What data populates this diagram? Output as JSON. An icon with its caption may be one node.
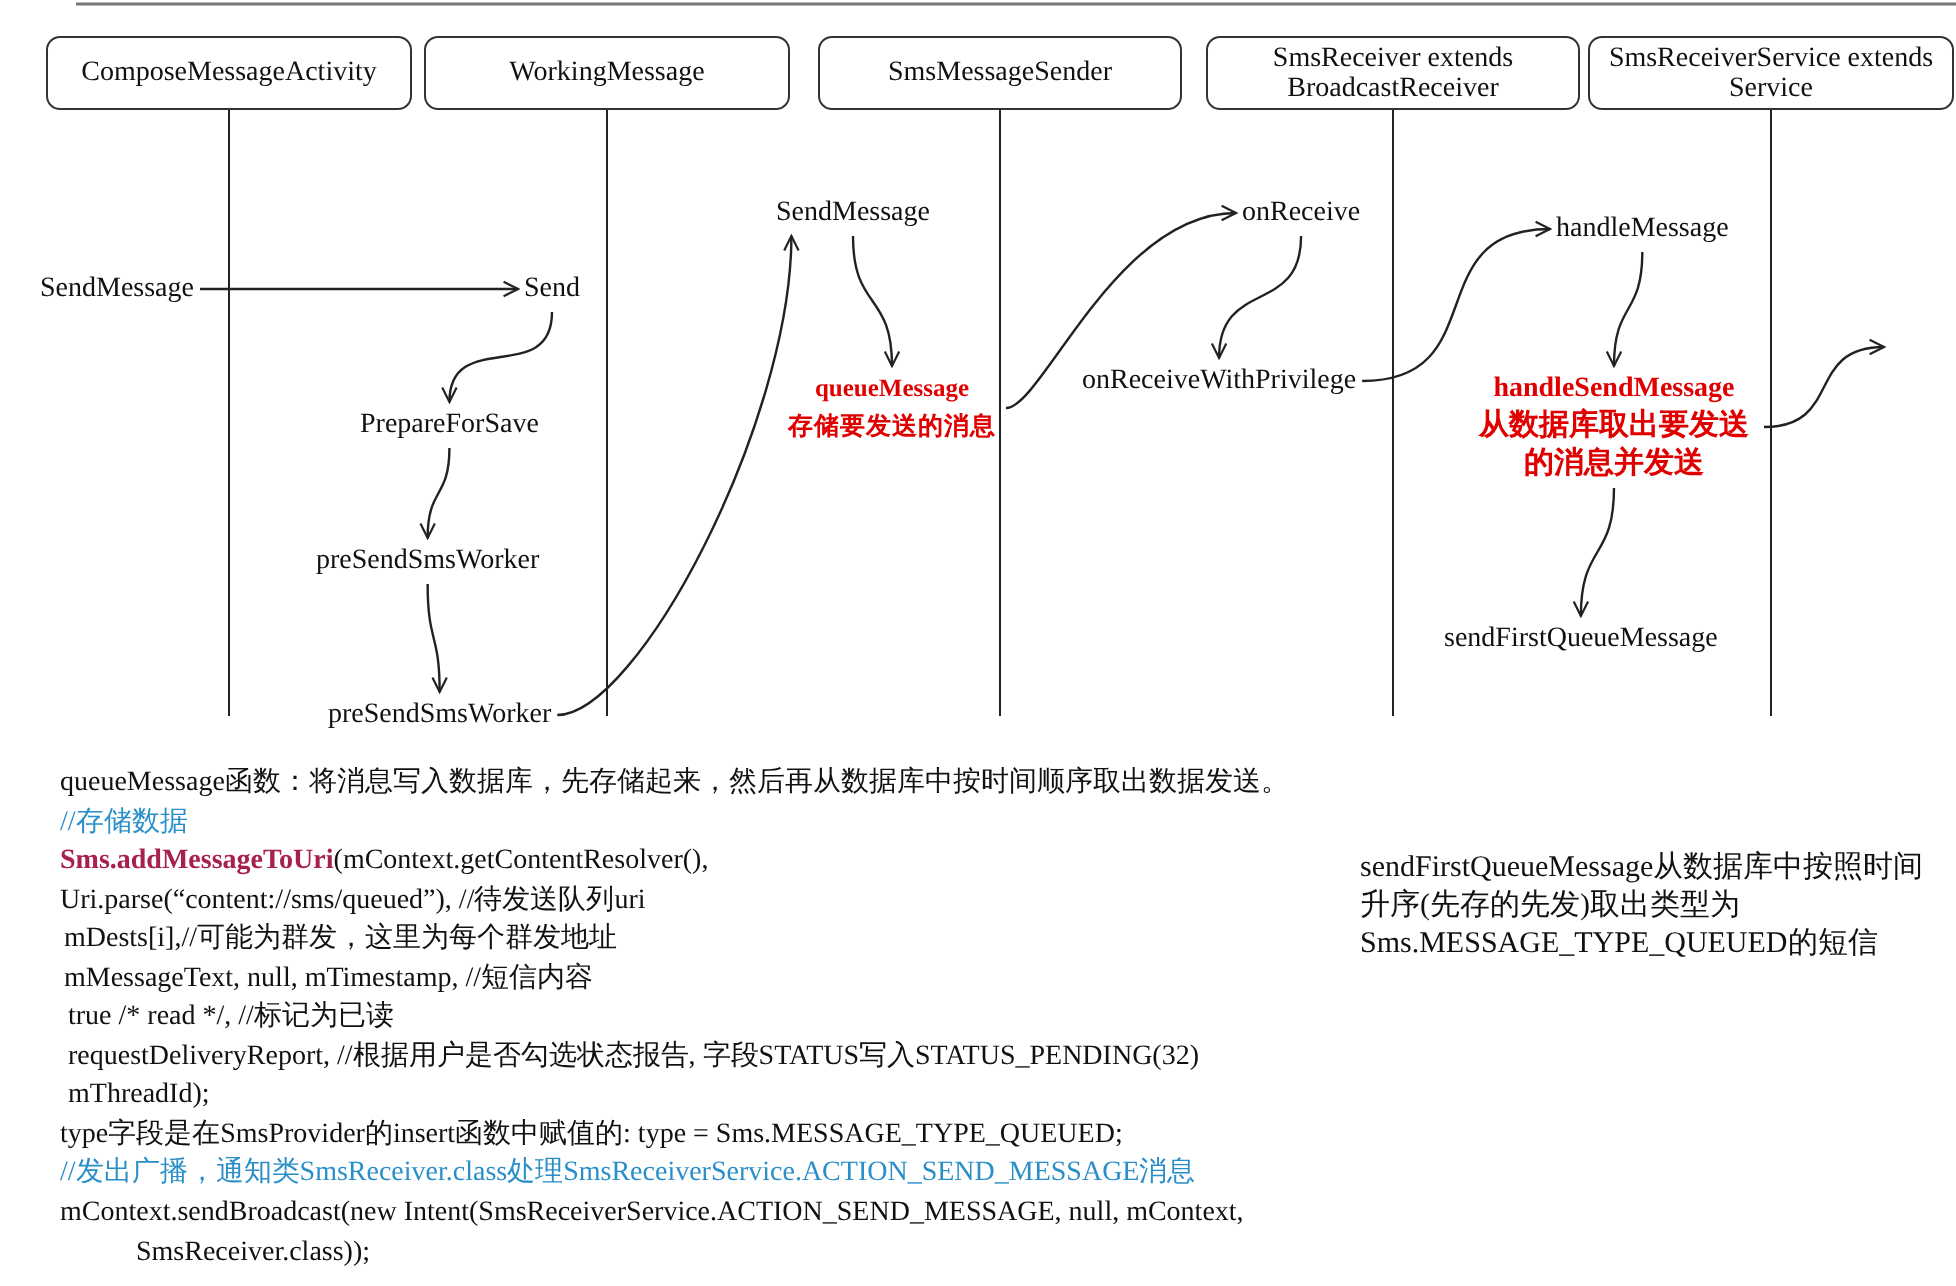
{
  "diagram": {
    "nodes": [
      {
        "text": [
          "ComposeMessageActivity"
        ]
      },
      {
        "text": [
          "WorkingMessage"
        ]
      },
      {
        "text": [
          "SmsMessageSender"
        ]
      },
      {
        "text": [
          "SmsReceiver extends BroadcastReceiver"
        ]
      },
      {
        "text": [
          "SmsReceiverService extends Service"
        ]
      },
      {
        "text": [
          "SendMessage"
        ]
      },
      {
        "text": [
          "Send"
        ]
      },
      {
        "text": [
          "PrepareForSave"
        ]
      },
      {
        "text": [
          "preSendSmsWorker"
        ]
      },
      {
        "text": [
          "preSendSmsWorker"
        ]
      },
      {
        "text": [
          "SendMessage"
        ]
      },
      {
        "text": [
          "queueMessage",
          "存储要发送的消息"
        ]
      },
      {
        "text": [
          "onReceive"
        ]
      },
      {
        "text": [
          "onReceiveWithPrivilege"
        ]
      },
      {
        "text": [
          "handleMessage"
        ]
      },
      {
        "text": [
          "handleSendMessage",
          "从数据库取出要发送的消息并发送"
        ]
      },
      {
        "text": [
          "sendFirstQueueMessage"
        ]
      }
    ],
    "edges": [
      {
        "from": 5,
        "to": 6,
        "arrow": "to"
      },
      {
        "from": 6,
        "to": 7,
        "arrow": "to"
      },
      {
        "from": 7,
        "to": 8,
        "arrow": "to"
      },
      {
        "from": 8,
        "to": 9,
        "arrow": "to"
      },
      {
        "from": 9,
        "to": 10,
        "arrow": "to"
      },
      {
        "from": 10,
        "to": 11,
        "arrow": "to"
      },
      {
        "from": 11,
        "to": 12,
        "arrow": "to"
      },
      {
        "from": 12,
        "to": 13,
        "arrow": "to"
      },
      {
        "from": 13,
        "to": 14,
        "arrow": "to"
      },
      {
        "from": 14,
        "to": 15,
        "arrow": "to"
      },
      {
        "from": 15,
        "to": 16,
        "arrow": "to"
      },
      {
        "from": 15,
        "to": null,
        "arrow": "to"
      }
    ],
    "labels": [
      "queueMessage函数：将消息写入数据库，先存储起来，然后再从数据库中按时间顺序取出数据发送。",
      "//存储数据",
      "**Sms.addMessageToUri**(mContext.getContentResolver(),",
      "Uri.parse(“content://sms/queued”), //待发送队列uri",
      "mDests[i],//可能为群发，这里为每个群发地址",
      "mMessageText, null, mTimestamp, //短信内容",
      "true /* read */, //标记为已读",
      "requestDeliveryReport, //根据用户是否勾选状态报告, 字段STATUS写入STATUS_PENDING(32)",
      "mThreadId);",
      "type字段是在SmsProvider的insert函数中赋值的: type = Sms.MESSAGE_TYPE_QUEUED;",
      "//发出广播，通知类SmsReceiver.class处理SmsReceiverService.ACTION_SEND_MESSAGE消息",
      "mContext.sendBroadcast(new Intent(SmsReceiverService.ACTION_SEND_MESSAGE, null, mContext, SmsReceiver.class));",
      "sendFirstQueueMessage从数据库中按照时间升序(先存的先发)取出类型为Sms.MESSAGE_TYPE_QUEUED的短信"
    ]
  }
}
